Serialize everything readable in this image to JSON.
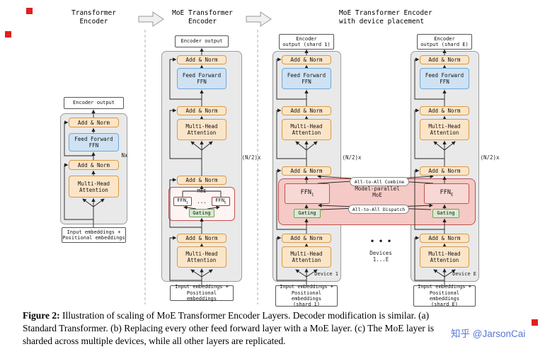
{
  "titles": {
    "standard": "Transformer\nEncoder",
    "moe": "MoE Transformer\nEncoder",
    "moe_device": "MoE Transformer Encoder\nwith device placement"
  },
  "labels": {
    "add_norm": "Add & Norm",
    "feed_forward": "Feed Forward\nFFN",
    "multi_head": "Multi-Head\nAttention",
    "encoder_output": "Encoder output",
    "encoder_output_shard1": "Encoder\noutput (shard 1)",
    "encoder_output_shardE": "Encoder\noutput (shard E)",
    "input_embeddings": "Input embeddings +\nPositional embeddings",
    "input_embeddings_shard1": "Input embeddings +\nPositional embeddings\n(shard 1)",
    "input_embeddings_shardE": "Input embeddings +\nPositional embeddings\n(shard E)",
    "nx": "Nx",
    "n2x": "(N/2)x",
    "moe": "MoE",
    "ffn_base": "FFN",
    "ffn1_sub": "1",
    "ffnE_sub": "E",
    "ellipsis": "...",
    "gating": "Gating",
    "model_parallel": "Model-parallel\nMoE",
    "all_to_all_combine": "All-to-All Combine",
    "all_to_all_dispatch": "All-to-All Dispatch",
    "device1": "Device 1",
    "deviceE": "Device E",
    "devices_range": "Devices\n1...E",
    "hdots": "• • •"
  },
  "page": {
    "caption_prefix": "Figure 2:",
    "caption_line1": " Illustration of scaling of MoE Transformer Encoder Layers. Decoder modification is similar. (a)",
    "caption_line2": "Standard Transformer. (b) Replacing every other feed forward layer with a MoE layer. (c) The MoE layer is",
    "caption_line3": "sharded across multiple devices, while all other layers are replicated.",
    "watermark": "知乎 @JarsonCai"
  },
  "colors": {
    "container_fill": "#e9e9e9",
    "addnorm_fill": "#fbe5c8",
    "addnorm_border": "#d99a45",
    "ffn_fill": "#cfe2f3",
    "ffn_border": "#6fa8dc",
    "moe_border": "#c0504d",
    "moe_wide_fill": "#f5c9c5",
    "gating_fill": "#d9ead3",
    "gating_border": "#6aa84f",
    "marker_red": "#e02020",
    "watermark_color": "#5677d8"
  }
}
